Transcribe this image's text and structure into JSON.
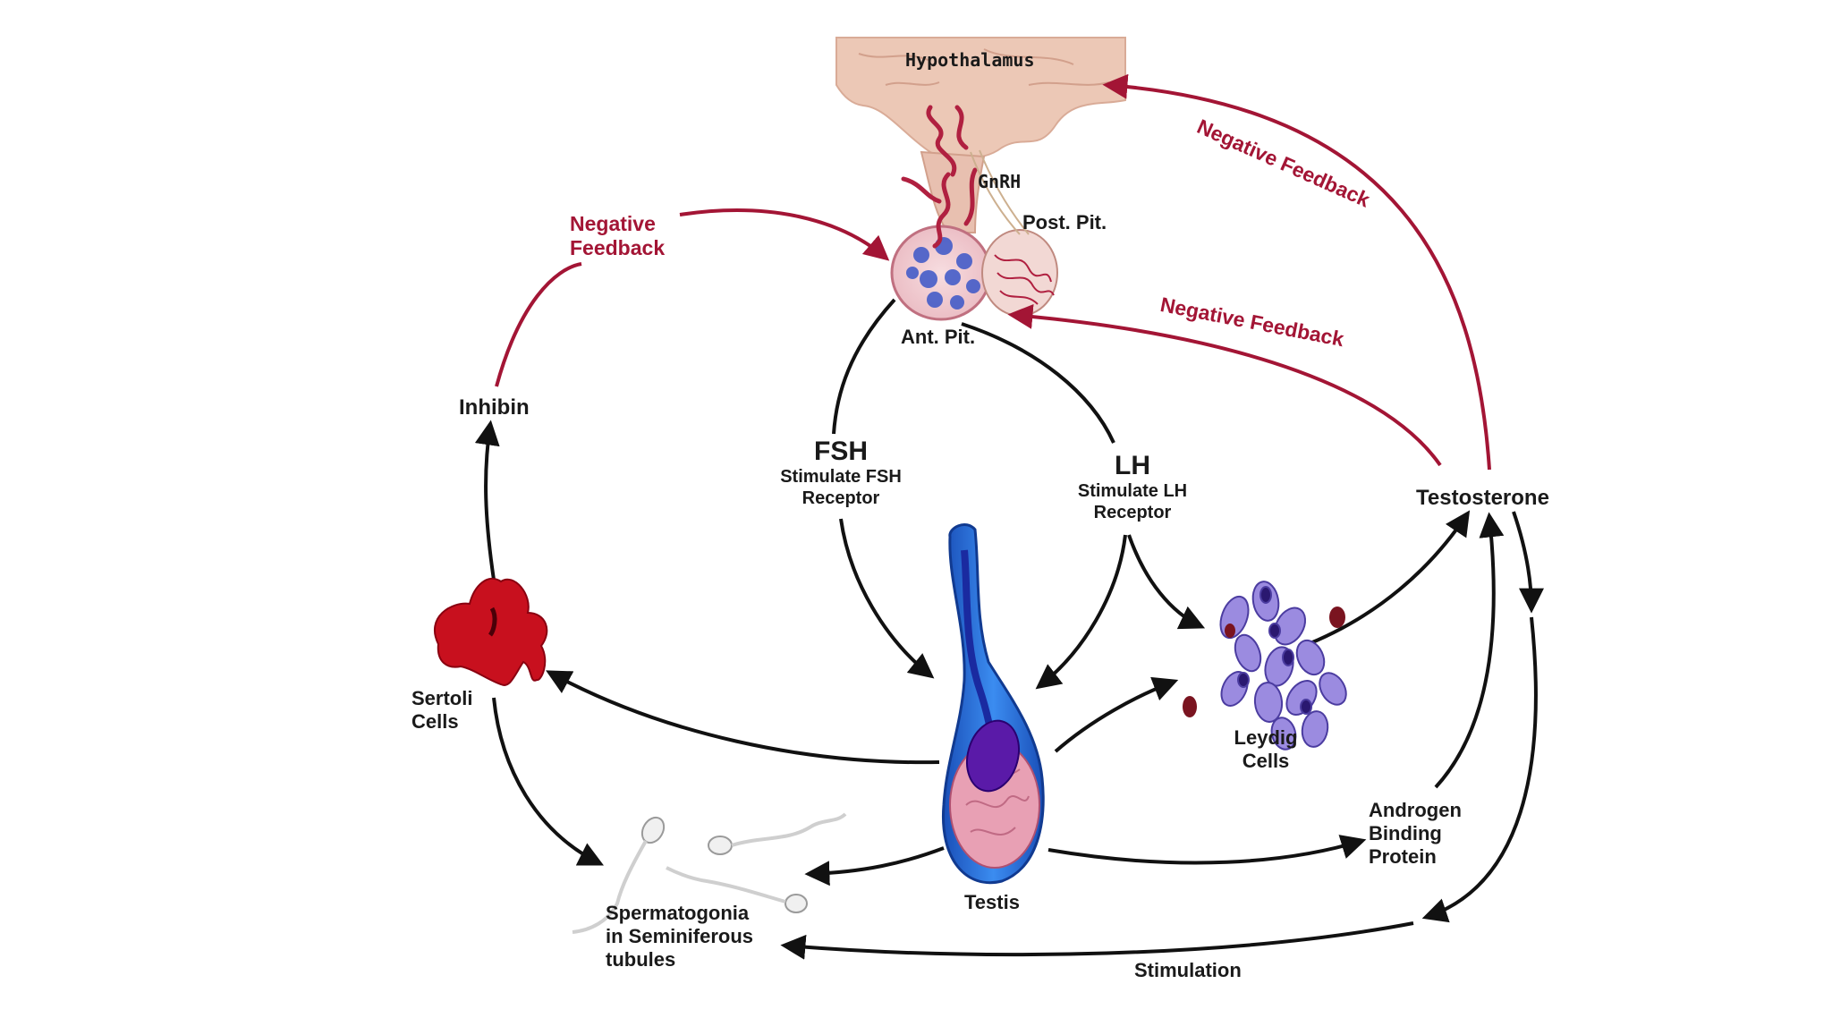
{
  "labels": {
    "hypothalamus": "Hypothalamus",
    "gnrh": "GnRH",
    "post_pit": "Post. Pit.",
    "ant_pit": "Ant. Pit.",
    "negative_feedback_left_1": "Negative",
    "negative_feedback_left_2": "Feedback",
    "negative_feedback_top_right": "Negative Feedback",
    "negative_feedback_mid_right": "Negative Feedback",
    "inhibin": "Inhibin",
    "fsh": "FSH",
    "fsh_desc_1": "Stimulate FSH",
    "fsh_desc_2": "Receptor",
    "lh": "LH",
    "lh_desc_1": "Stimulate LH",
    "lh_desc_2": "Receptor",
    "testosterone": "Testosterone",
    "sertoli_1": "Sertoli",
    "sertoli_2": "Cells",
    "leydig_1": "Leydig",
    "leydig_2": "Cells",
    "abp_1": "Androgen",
    "abp_2": "Binding",
    "abp_3": "Protein",
    "testis": "Testis",
    "sperm_1": "Spermatogonia",
    "sperm_2": "in Seminiferous",
    "sperm_3": "tubules",
    "stimulation": "Stimulation"
  },
  "colors": {
    "feedback_arrow": "#a31535",
    "flow_arrow": "#111111",
    "hypothalamus_bg": "#ecc8b6",
    "pituitary": "#f2cfd2",
    "vessel": "#b02040",
    "sertoli": "#c8101e",
    "leydig": "#9b8be0",
    "testis_blue": "#2a6fd6",
    "testis_pink": "#e8a0b4",
    "testis_purple": "#5a1aa8"
  }
}
